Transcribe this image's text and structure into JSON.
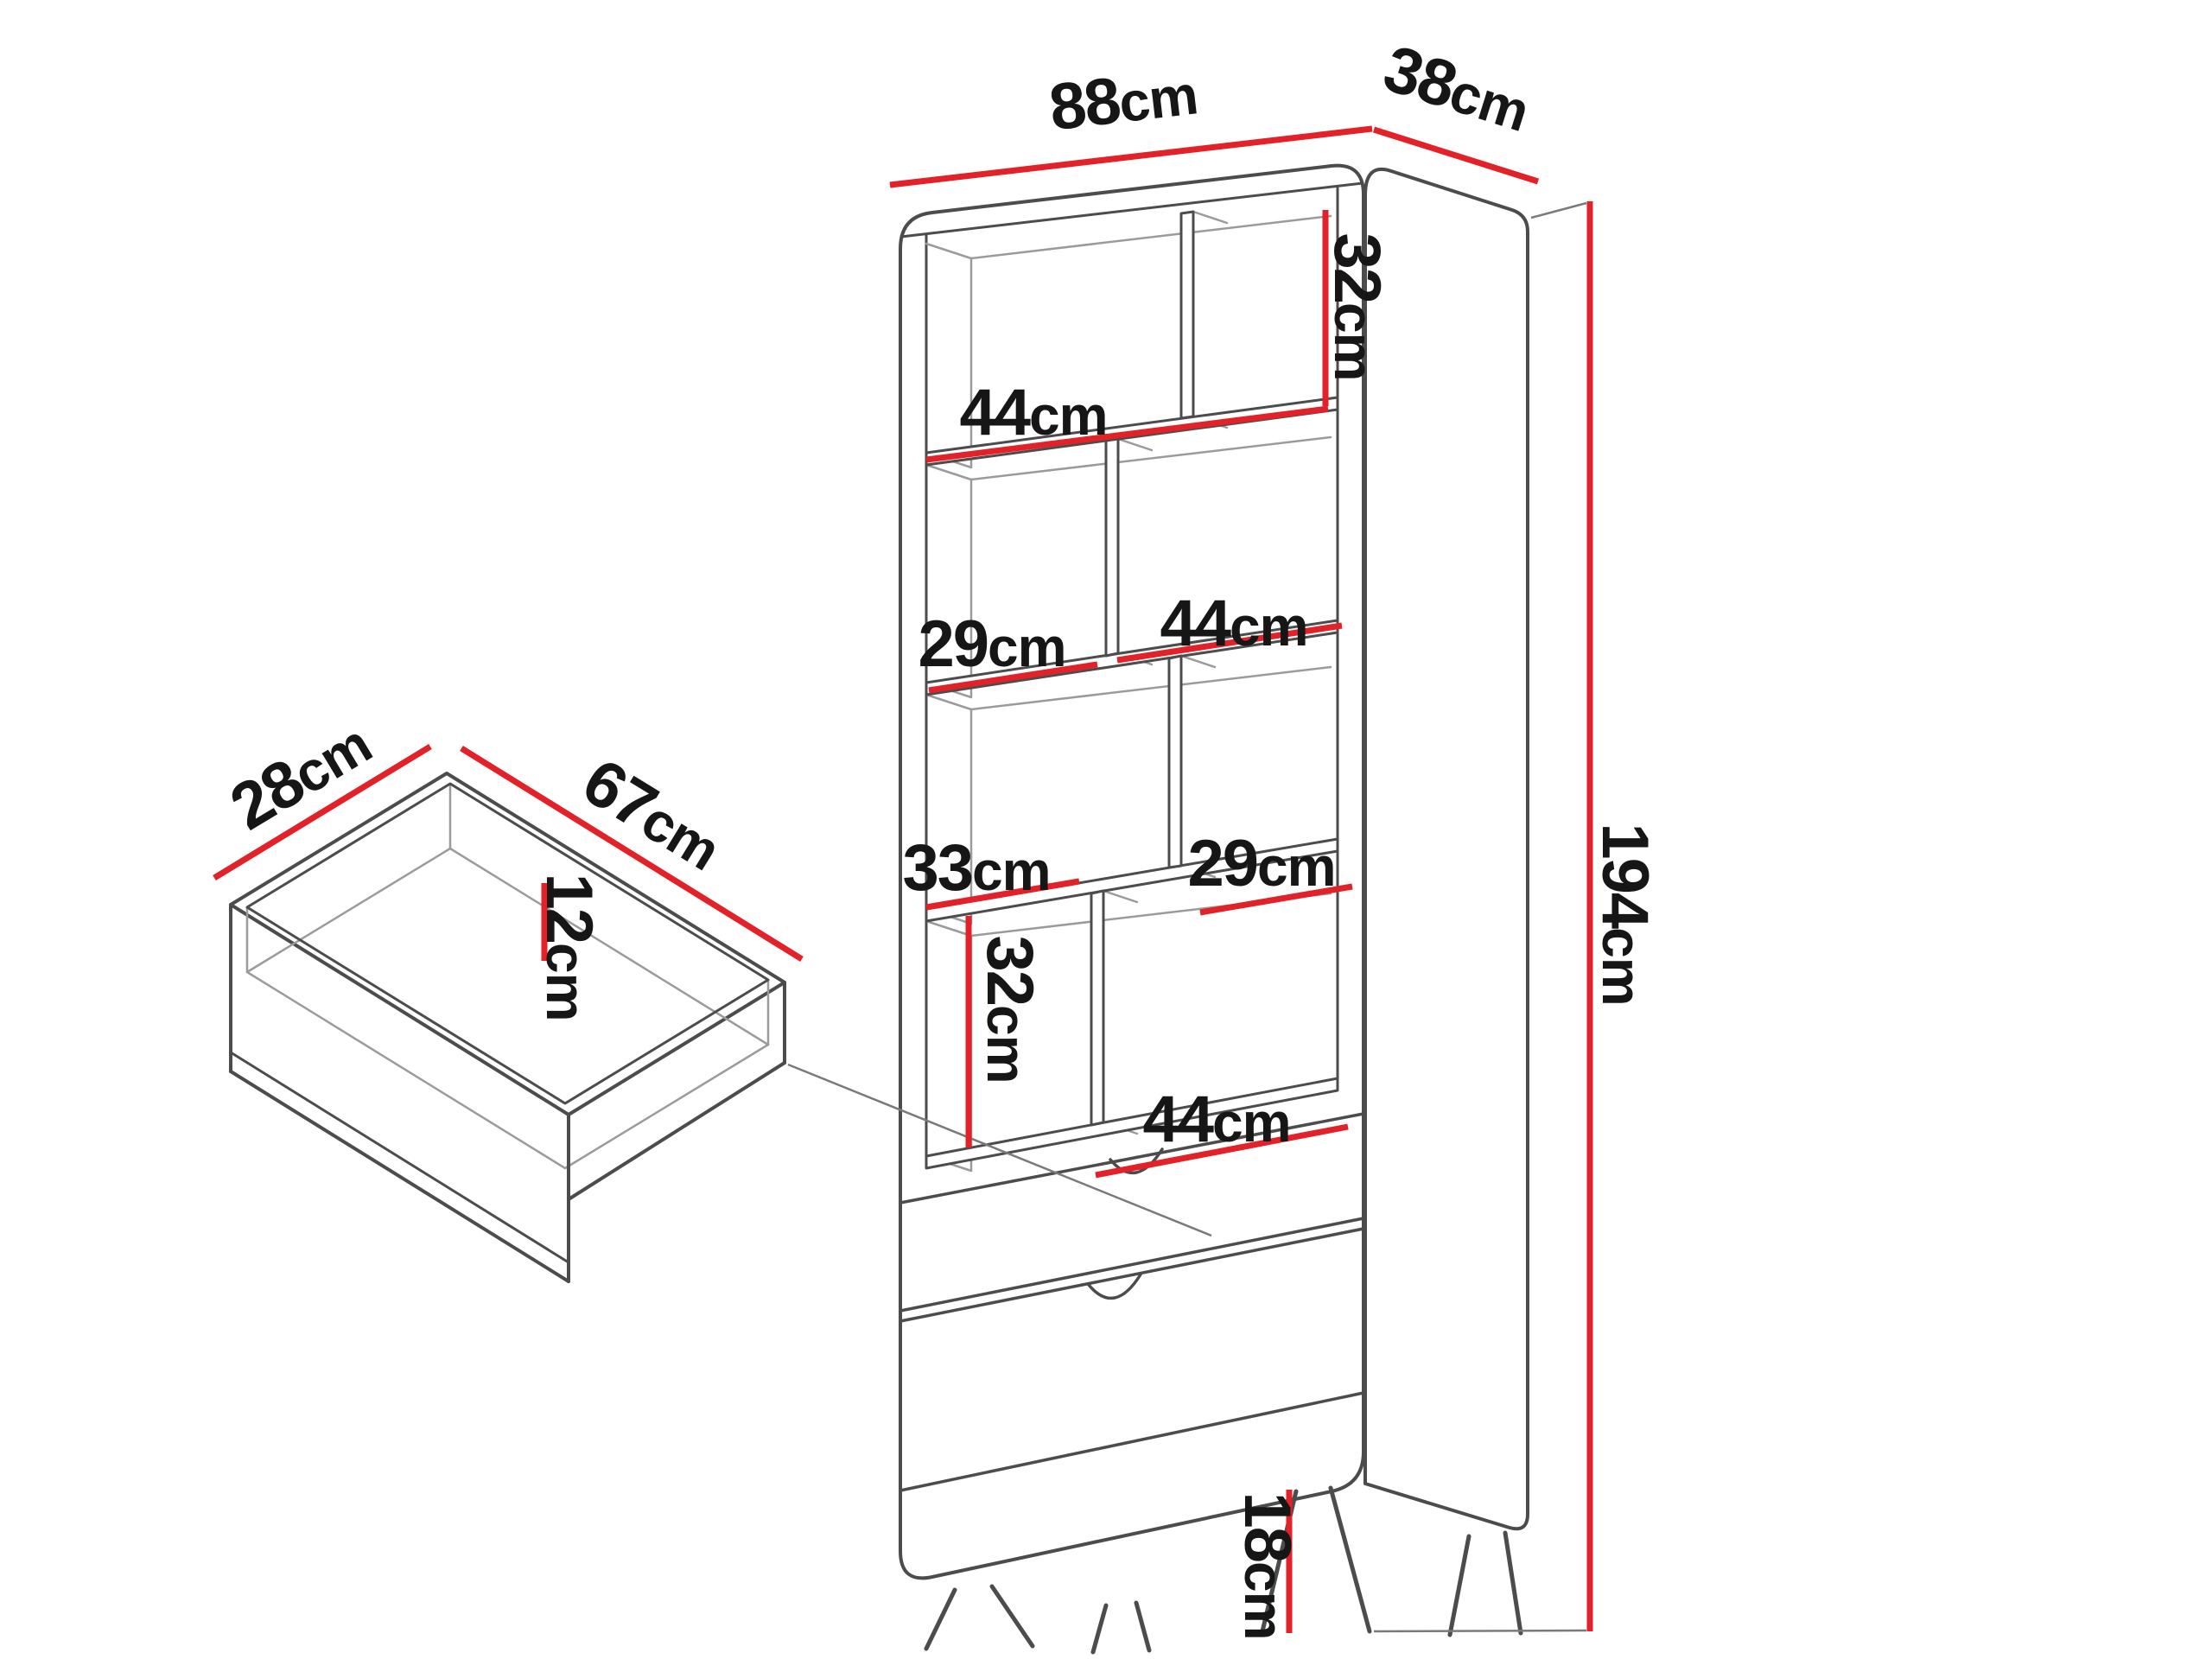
{
  "colors": {
    "outline": "#4c4c4c",
    "interior_line": "#9b9b9b",
    "dimension_red": "#e32128",
    "text": "#161616",
    "background": "#ffffff"
  },
  "dims": {
    "width": {
      "value": "88",
      "unit": "cm"
    },
    "depth": {
      "value": "38",
      "unit": "cm"
    },
    "height": {
      "value": "194",
      "unit": "cm"
    },
    "leg_height": {
      "value": "18",
      "unit": "cm"
    },
    "top_section_height": {
      "value": "32",
      "unit": "cm"
    },
    "top_left_width": {
      "value": "44",
      "unit": "cm"
    },
    "row2_left_width": {
      "value": "29",
      "unit": "cm"
    },
    "row2_right_width": {
      "value": "44",
      "unit": "cm"
    },
    "row3_left_width": {
      "value": "33",
      "unit": "cm"
    },
    "row3_right_width": {
      "value": "29",
      "unit": "cm"
    },
    "row4_height": {
      "value": "32",
      "unit": "cm"
    },
    "row4_width": {
      "value": "44",
      "unit": "cm"
    },
    "drawer_width": {
      "value": "28",
      "unit": "cm"
    },
    "drawer_length": {
      "value": "67",
      "unit": "cm"
    },
    "drawer_depth": {
      "value": "12",
      "unit": "cm"
    }
  }
}
